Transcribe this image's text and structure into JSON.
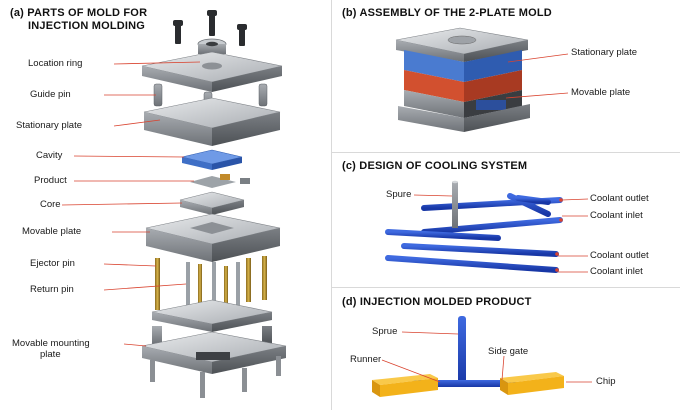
{
  "panel_a": {
    "title_line1": "(a) PARTS OF MOLD FOR",
    "title_line2": "INJECTION MOLDING",
    "labels": [
      "Location ring",
      "Guide pin",
      "Stationary plate",
      "Cavity",
      "Product",
      "Core",
      "Movable plate",
      "Ejector pin",
      "Return pin",
      "Movable mounting",
      "plate"
    ]
  },
  "panel_b": {
    "title": "(b)  ASSEMBLY OF THE 2-PLATE MOLD",
    "labels": [
      "Stationary plate",
      "Movable plate"
    ]
  },
  "panel_c": {
    "title": "(c)  DESIGN OF COOLING SYSTEM",
    "labels": [
      "Spure",
      "Coolant outlet",
      "Coolant inlet",
      "Coolant outlet",
      "Coolant inlet"
    ]
  },
  "panel_d": {
    "title": "(d)  INJECTION MOLDED PRODUCT",
    "labels": [
      "Sprue",
      "Side gate",
      "Runner",
      "Chip"
    ]
  },
  "colors": {
    "accent_red": "#d9432f",
    "plate_blue": "#3f73c4",
    "plate_red": "#c9462f",
    "pipe_blue": "#2149c9",
    "chip_yellow": "#f3b21a",
    "steel": "#b9bdc2"
  }
}
